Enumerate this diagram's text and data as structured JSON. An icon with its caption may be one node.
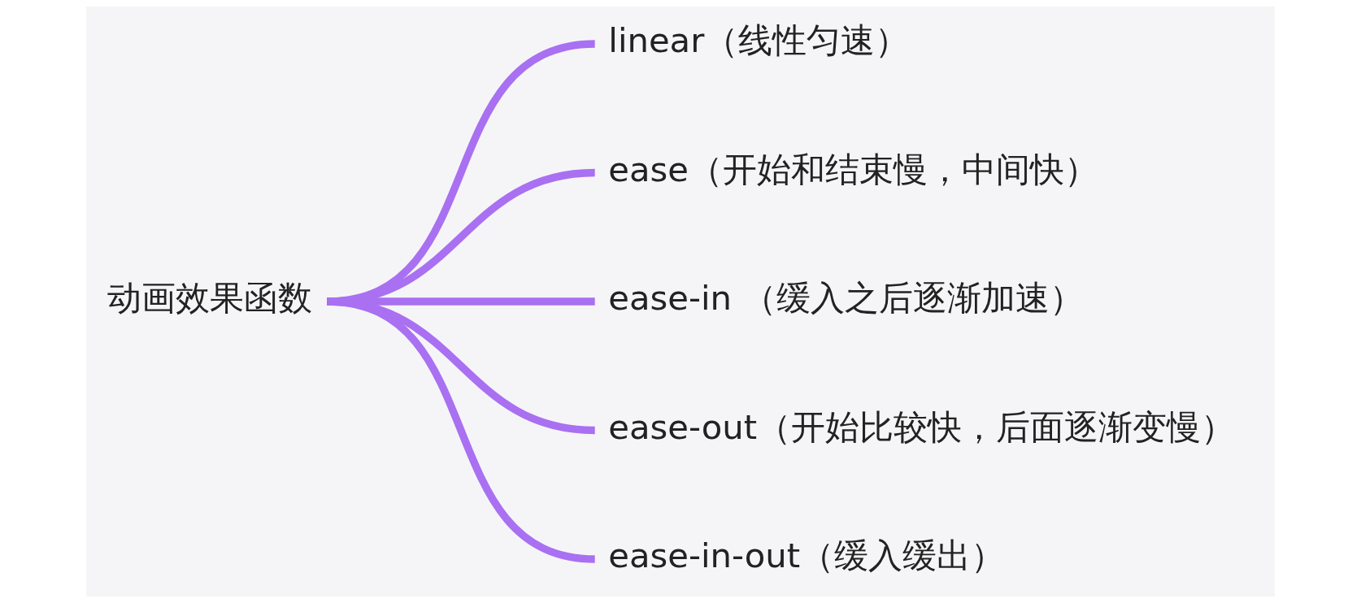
{
  "diagram": {
    "nodes": [
      {
        "text": [
          "动画效果函数"
        ]
      },
      {
        "text": [
          "linear（线性匀速）"
        ]
      },
      {
        "text": [
          "ease（开始和结束慢，中间快）"
        ]
      },
      {
        "text": [
          "ease-in （缓入之后逐渐加速）"
        ]
      },
      {
        "text": [
          "ease-out（开始比较快，后面逐渐变慢）"
        ]
      },
      {
        "text": [
          "ease-in-out（缓入缓出）"
        ]
      }
    ],
    "edges": [
      {
        "from": 0,
        "to": 1,
        "arrow": "none"
      },
      {
        "from": 0,
        "to": 2,
        "arrow": "none"
      },
      {
        "from": 0,
        "to": 3,
        "arrow": "none"
      },
      {
        "from": 0,
        "to": 4,
        "arrow": "none"
      },
      {
        "from": 0,
        "to": 5,
        "arrow": "none"
      }
    ]
  }
}
